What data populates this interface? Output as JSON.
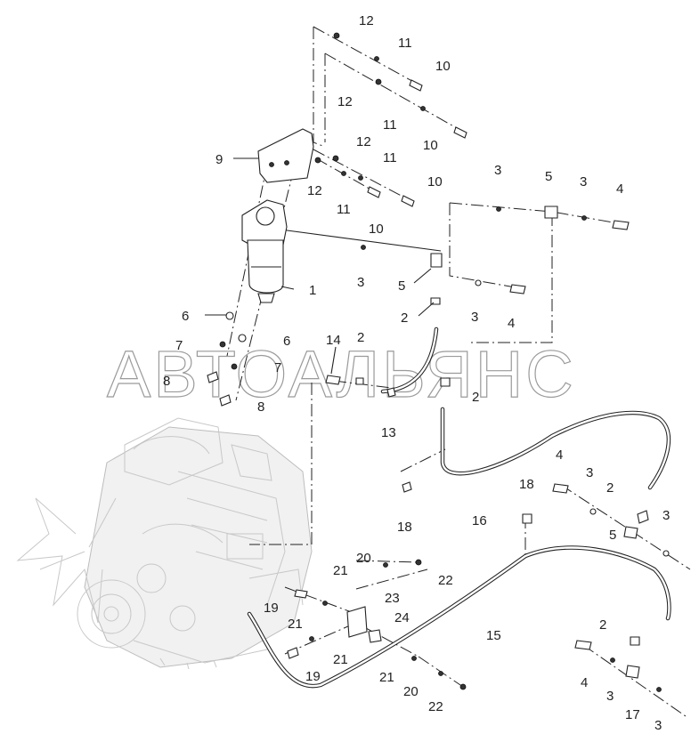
{
  "watermark": {
    "text": "АВТОАЛЬЯНС"
  },
  "callouts": [
    {
      "id": "c1",
      "text": "12"
    },
    {
      "id": "c2",
      "text": "11"
    },
    {
      "id": "c3",
      "text": "10"
    },
    {
      "id": "c4",
      "text": "12"
    },
    {
      "id": "c5",
      "text": "11"
    },
    {
      "id": "c6",
      "text": "10"
    },
    {
      "id": "c7",
      "text": "12"
    },
    {
      "id": "c8",
      "text": "11"
    },
    {
      "id": "c9",
      "text": "9"
    },
    {
      "id": "c10",
      "text": "12"
    },
    {
      "id": "c11",
      "text": "10"
    },
    {
      "id": "c12",
      "text": "11"
    },
    {
      "id": "c13",
      "text": "10"
    },
    {
      "id": "c14",
      "text": "3"
    },
    {
      "id": "c15",
      "text": "5"
    },
    {
      "id": "c16",
      "text": "3"
    },
    {
      "id": "c17",
      "text": "4"
    },
    {
      "id": "c18",
      "text": "1"
    },
    {
      "id": "c19",
      "text": "3"
    },
    {
      "id": "c20",
      "text": "5"
    },
    {
      "id": "c21",
      "text": "2"
    },
    {
      "id": "c22",
      "text": "3"
    },
    {
      "id": "c23",
      "text": "4"
    },
    {
      "id": "c24",
      "text": "6"
    },
    {
      "id": "c25",
      "text": "7"
    },
    {
      "id": "c26",
      "text": "6"
    },
    {
      "id": "c27",
      "text": "14"
    },
    {
      "id": "c28",
      "text": "2"
    },
    {
      "id": "c29",
      "text": "8"
    },
    {
      "id": "c30",
      "text": "7"
    },
    {
      "id": "c31",
      "text": "8"
    },
    {
      "id": "c32",
      "text": "2"
    },
    {
      "id": "c33",
      "text": "13"
    },
    {
      "id": "c34",
      "text": "4"
    },
    {
      "id": "c35",
      "text": "3"
    },
    {
      "id": "c36",
      "text": "2"
    },
    {
      "id": "c37",
      "text": "3"
    },
    {
      "id": "c38",
      "text": "18"
    },
    {
      "id": "c39",
      "text": "5"
    },
    {
      "id": "c40",
      "text": "18"
    },
    {
      "id": "c41",
      "text": "16"
    },
    {
      "id": "c42",
      "text": "20"
    },
    {
      "id": "c43",
      "text": "21"
    },
    {
      "id": "c44",
      "text": "22"
    },
    {
      "id": "c45",
      "text": "23"
    },
    {
      "id": "c46",
      "text": "19"
    },
    {
      "id": "c47",
      "text": "21"
    },
    {
      "id": "c48",
      "text": "24"
    },
    {
      "id": "c49",
      "text": "15"
    },
    {
      "id": "c50",
      "text": "21"
    },
    {
      "id": "c51",
      "text": "19"
    },
    {
      "id": "c52",
      "text": "21"
    },
    {
      "id": "c53",
      "text": "20"
    },
    {
      "id": "c54",
      "text": "22"
    },
    {
      "id": "c55",
      "text": "2"
    },
    {
      "id": "c56",
      "text": "4"
    },
    {
      "id": "c57",
      "text": "3"
    },
    {
      "id": "c58",
      "text": "17"
    },
    {
      "id": "c59",
      "text": "3"
    }
  ]
}
